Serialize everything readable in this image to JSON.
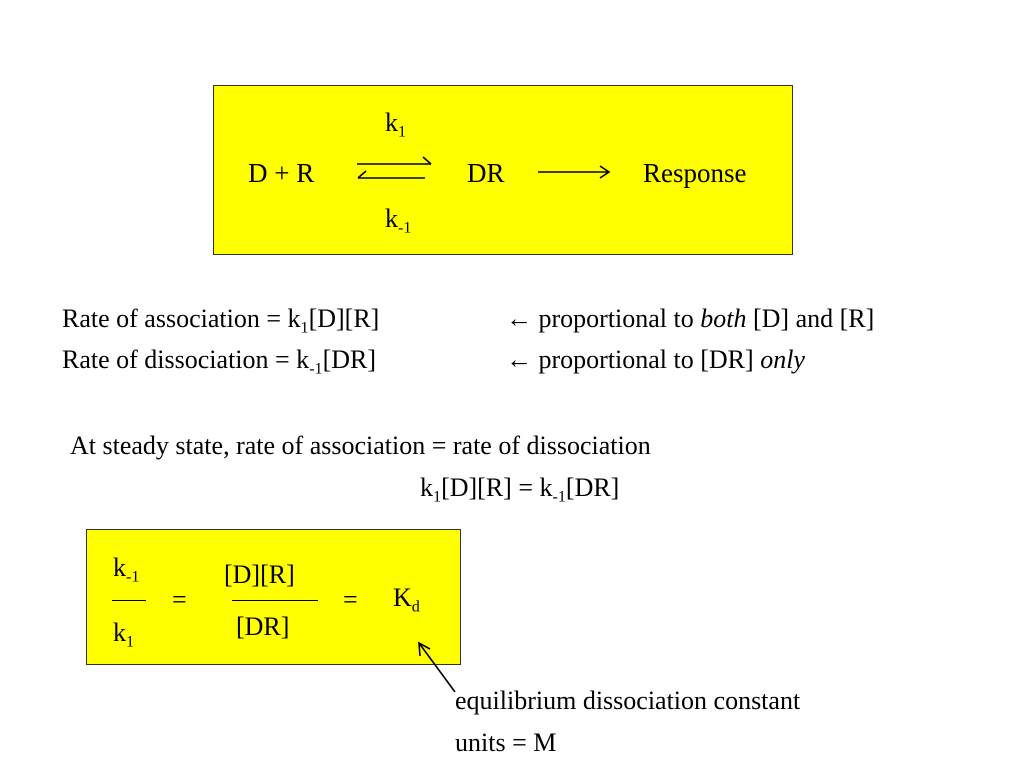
{
  "reaction": {
    "k_forward": "k",
    "k_forward_sub": "1",
    "k_reverse": "k",
    "k_reverse_sub": "-1",
    "reactants": "D + R",
    "complex": "DR",
    "product": "Response"
  },
  "rates": {
    "association_label": "Rate of association = k",
    "association_sub": "1",
    "association_tail": "[D][R]",
    "association_note_pre": "← proportional to ",
    "association_note_emph": "both",
    "association_note_post": " [D] and [R]",
    "dissociation_label": "Rate of dissociation = k",
    "dissociation_sub": "-1",
    "dissociation_tail": "[DR]",
    "dissociation_note_pre": "← proportional to [DR] ",
    "dissociation_note_emph": "only"
  },
  "steady_state": {
    "statement": "At steady state, rate of association = rate of dissociation",
    "eq_k1": "k",
    "eq_k1_sub": "1",
    "eq_mid": "[D][R] = k",
    "eq_k-1_sub": "-1",
    "eq_tail": "[DR]"
  },
  "kd_equation": {
    "num1": "k",
    "num1_sub": "-1",
    "den1": "k",
    "den1_sub": "1",
    "eq1": "=",
    "num2": "[D][R]",
    "den2": "[DR]",
    "eq2": "=",
    "kd": "K",
    "kd_sub": "d"
  },
  "annotation": {
    "line1": "equilibrium dissociation constant",
    "line2": "units = M"
  }
}
